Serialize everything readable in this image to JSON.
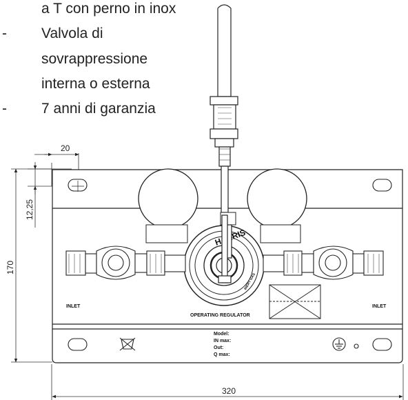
{
  "bullets": {
    "line1": "a T con perno in inox",
    "item2_line1": "Valvola di",
    "item2_line2": "sovrappressione",
    "item2_line3": "interna o esterna",
    "item3": "7 anni di garanzia",
    "dash": "-"
  },
  "dimensions": {
    "top_width": "20",
    "hole_offset": "12,25",
    "height": "170",
    "width": "320"
  },
  "labels": {
    "inlet_left": "INLET",
    "inlet_right": "INLET",
    "operating_regulator": "OPERATING REGULATOR",
    "brand": "HARRIS",
    "model": "Model:",
    "in_max": "IN max:",
    "out": "Out:",
    "q_max": "Q max:",
    "inert_gas": "INERT GAS"
  },
  "icons": {
    "ground": "ground-symbol-icon",
    "weee": "crossed-bin-icon"
  }
}
